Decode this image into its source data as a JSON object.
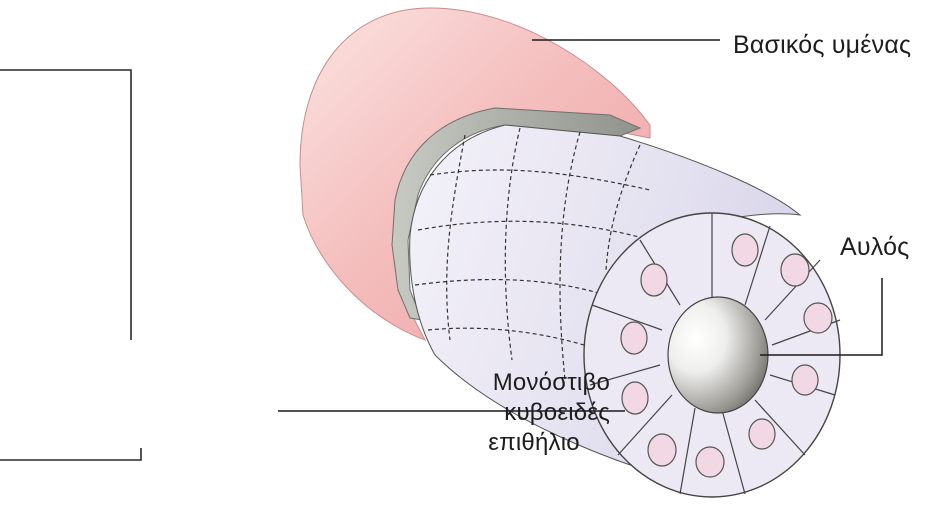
{
  "labels": {
    "basement_membrane": "Βασικός υμένας",
    "lumen": "Αυλός",
    "epithelium_line1": "Μονόστιβο κυβοειδές",
    "epithelium_line2": "επιθήλιο"
  },
  "colors": {
    "membrane_pink": "#f2b9b8",
    "membrane_pink_light": "#fbe3e1",
    "membrane_band": "#a9ada6",
    "epithelium": "#e7e4f1",
    "cell_border": "#555555",
    "nucleus_fill": "#f0d6e3",
    "lumen_light": "#ffffff",
    "lumen_dark": "#6f6e68",
    "line": "#222222"
  }
}
